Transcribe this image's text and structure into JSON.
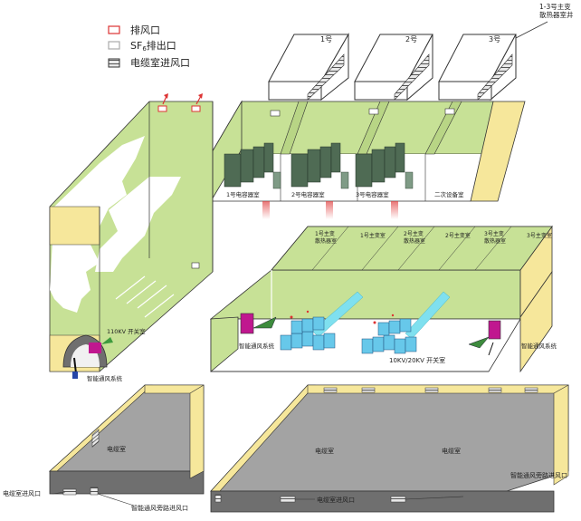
{
  "legend": {
    "exhaust": "排风口",
    "sf6_exhaust": "SF6排出口",
    "sf6_main": "SF",
    "sf6_sub": "6",
    "sf6_tail": "排出口",
    "cable_intake": "电缆室进风口"
  },
  "radiators": {
    "callout": [
      "1-3号主变",
      "散热器室井"
    ],
    "units": [
      "1号",
      "2号",
      "3号"
    ]
  },
  "capacitor_level": {
    "rooms": [
      "1号电容器室",
      "2号电容器室",
      "3号电容器室",
      "二次设备室"
    ]
  },
  "transformer_level": {
    "rooms": [
      [
        "1号主变",
        "散热器室"
      ],
      [
        "1号主变室"
      ],
      [
        "2号主变",
        "散热器室"
      ],
      [
        "2号主变室"
      ],
      [
        "3号主变",
        "散热器室"
      ],
      [
        "3号主变室"
      ]
    ],
    "switch_room": "10KV/20KV 开关室",
    "smart_vent_left": "智能通风系统",
    "smart_vent_right": "智能通风系统"
  },
  "left_tower": {
    "switch_room": "110KV 开关室",
    "smart_vent": "智能通风系统"
  },
  "cable_level": {
    "left_room": "电缆室",
    "main_room_a": "电缆室",
    "main_room_b": "电缆室",
    "cable_intake_left": "电缆室进风口",
    "bypass_intake_left": "智能通风旁路进风口",
    "cable_intake_main": "电缆室进风口",
    "bypass_intake_right": "智能通风旁路进风口"
  },
  "colors": {
    "green": "#c7e196",
    "green_dark": "#8fbf57",
    "yellow": "#f6e79b",
    "gray_floor": "#a3a3a3",
    "gray_dark": "#6f6f6f",
    "pipe_blue": "#7fe0ef",
    "switchgear_blue": "#67c8ea",
    "exhaust_red": "#e03a3a",
    "vent_magenta": "#c0178f"
  }
}
